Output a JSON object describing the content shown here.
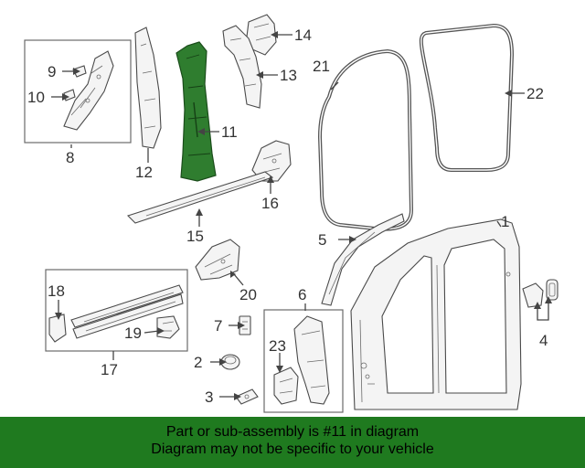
{
  "banner": {
    "line1": "Part or sub-assembly is #11 in diagram",
    "line2": "Diagram may not be specific to your vehicle"
  },
  "colors": {
    "highlight_part": "#2f7d2f",
    "banner_bg": "#1f7a1f"
  },
  "callouts": {
    "c1": "1",
    "c2": "2",
    "c3": "3",
    "c4": "4",
    "c5": "5",
    "c6": "6",
    "c7": "7",
    "c8": "8",
    "c9": "9",
    "c10": "10",
    "c11": "11",
    "c12": "12",
    "c13": "13",
    "c14": "14",
    "c15": "15",
    "c16": "16",
    "c17": "17",
    "c18": "18",
    "c19": "19",
    "c20": "20",
    "c21": "21",
    "c22": "22",
    "c23": "23"
  }
}
